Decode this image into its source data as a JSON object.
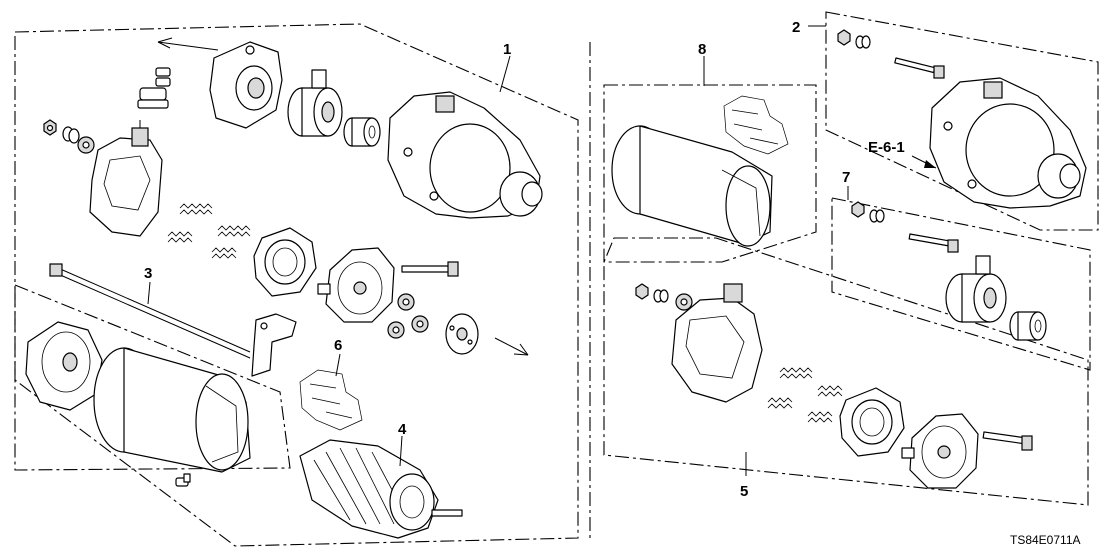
{
  "diagram": {
    "callouts": [
      "1",
      "2",
      "3",
      "4",
      "5",
      "6",
      "7",
      "8"
    ],
    "reference": "E-6-1",
    "part_code": "TS84E0711A"
  }
}
